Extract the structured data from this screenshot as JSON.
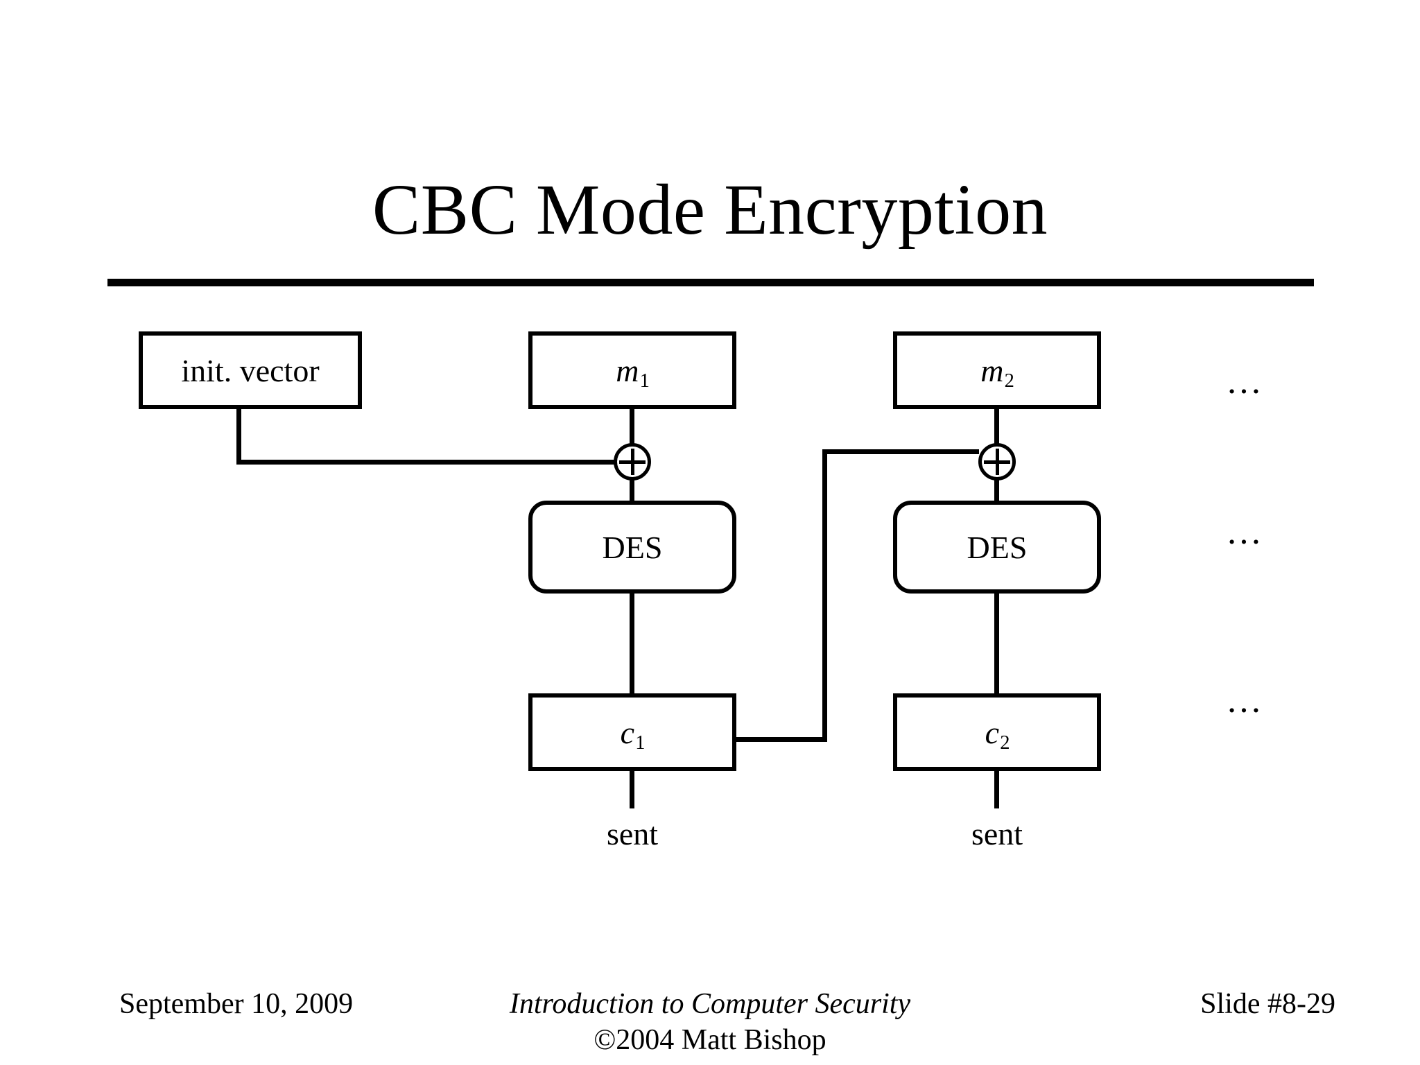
{
  "slide": {
    "title": "CBC Mode Encryption",
    "footer": {
      "date": "September 10, 2009",
      "course": "Introduction to Computer Security",
      "copyright": "©2004 Matt Bishop",
      "slide_number": "Slide #8-29"
    }
  },
  "diagram": {
    "type": "block-diagram",
    "description": "Cipher Block Chaining (CBC) mode encryption dataflow",
    "nodes": {
      "init_vector": {
        "label": "init. vector",
        "shape": "rectangle"
      },
      "m1": {
        "base": "m",
        "sub": "1",
        "shape": "rectangle",
        "italic": true
      },
      "m2": {
        "base": "m",
        "sub": "2",
        "shape": "rectangle",
        "italic": true
      },
      "des1": {
        "label": "DES",
        "shape": "rounded-rectangle"
      },
      "des2": {
        "label": "DES",
        "shape": "rounded-rectangle"
      },
      "c1": {
        "base": "c",
        "sub": "1",
        "shape": "rectangle",
        "italic": true
      },
      "c2": {
        "base": "c",
        "sub": "2",
        "shape": "rectangle",
        "italic": true
      }
    },
    "operators": {
      "xor1": {
        "symbol": "⊕",
        "name": "xor"
      },
      "xor2": {
        "symbol": "⊕",
        "name": "xor"
      }
    },
    "captions": {
      "sent1": "sent",
      "sent2": "sent"
    },
    "continuation": {
      "symbol": "…",
      "row_1": "…",
      "row_2": "…",
      "row_3": "…"
    },
    "colors": {
      "stroke": "#000000",
      "fill": "#ffffff",
      "text": "#000000"
    }
  }
}
